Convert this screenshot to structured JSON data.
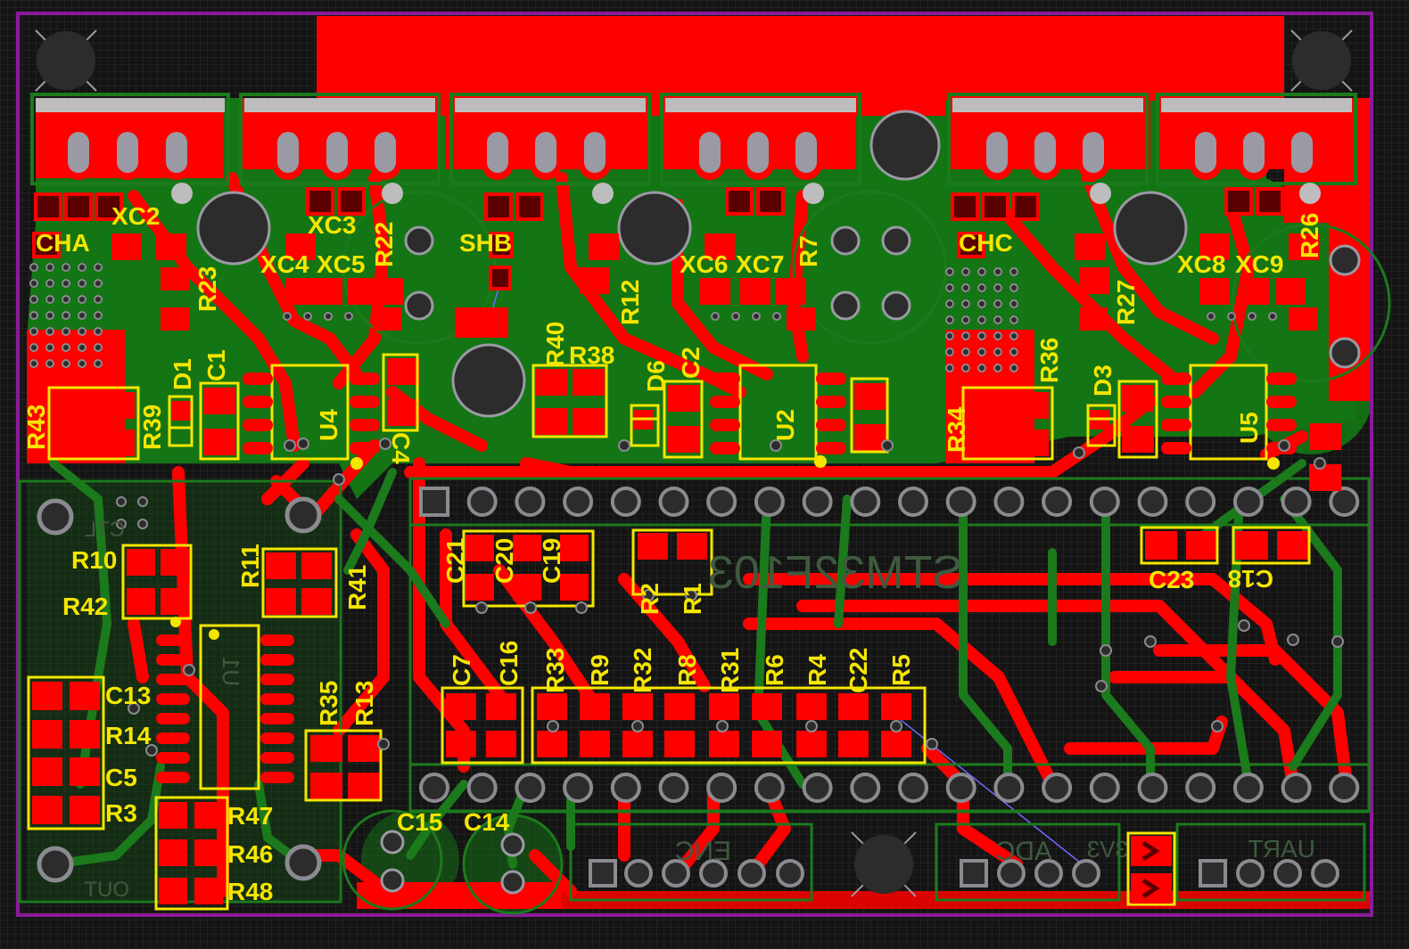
{
  "colors": {
    "background": "#141414",
    "grid": "#2b2b2b",
    "top_copper": "#ff0000",
    "bottom_copper": "#1b7a1b",
    "bottom_pour": "#147514",
    "silkscreen_top": "#f5e600",
    "silkscreen_bottom": "#3f5a3f",
    "pad": "#ff0000",
    "drill": "#9a9aa4",
    "via": "#8a8a90",
    "hole": "#2c2c2c",
    "board_outline": "#8a1a9a",
    "keepout": "#bdbdbd"
  },
  "labels": {
    "top": [
      {
        "id": "xc2",
        "text": "XC2"
      },
      {
        "id": "xc3",
        "text": "XC3"
      },
      {
        "id": "xc4",
        "text": "XC4"
      },
      {
        "id": "xc5",
        "text": "XC5"
      },
      {
        "id": "xc6",
        "text": "XC6"
      },
      {
        "id": "xc7",
        "text": "XC7"
      },
      {
        "id": "xc8",
        "text": "XC8"
      },
      {
        "id": "xc9",
        "text": "XC9"
      },
      {
        "id": "cha",
        "text": "CHA"
      },
      {
        "id": "shb",
        "text": "SHB"
      },
      {
        "id": "chc",
        "text": "CHC"
      },
      {
        "id": "r22",
        "text": "R22"
      },
      {
        "id": "r23",
        "text": "R23"
      },
      {
        "id": "r12",
        "text": "R12"
      },
      {
        "id": "r7",
        "text": "R7"
      },
      {
        "id": "r27",
        "text": "R27"
      },
      {
        "id": "r26",
        "text": "R26"
      },
      {
        "id": "d1",
        "text": "D1"
      },
      {
        "id": "c1",
        "text": "C1"
      },
      {
        "id": "r43",
        "text": "R43"
      },
      {
        "id": "r39",
        "text": "R39"
      },
      {
        "id": "u4",
        "text": "U4"
      },
      {
        "id": "c4",
        "text": "C4"
      },
      {
        "id": "r40",
        "text": "R40"
      },
      {
        "id": "r38",
        "text": "R38"
      },
      {
        "id": "d6",
        "text": "D6"
      },
      {
        "id": "c2",
        "text": "C2"
      },
      {
        "id": "u2",
        "text": "U2"
      },
      {
        "id": "r34",
        "text": "R34"
      },
      {
        "id": "r36",
        "text": "R36"
      },
      {
        "id": "d3",
        "text": "D3"
      },
      {
        "id": "u5",
        "text": "U5"
      },
      {
        "id": "r10",
        "text": "R10"
      },
      {
        "id": "r42",
        "text": "R42"
      },
      {
        "id": "r11",
        "text": "R11"
      },
      {
        "id": "r41",
        "text": "R41"
      },
      {
        "id": "c13",
        "text": "C13"
      },
      {
        "id": "r14",
        "text": "R14"
      },
      {
        "id": "c5",
        "text": "C5"
      },
      {
        "id": "r3",
        "text": "R3"
      },
      {
        "id": "r35",
        "text": "R35"
      },
      {
        "id": "r13",
        "text": "R13"
      },
      {
        "id": "r47",
        "text": "R47"
      },
      {
        "id": "r46",
        "text": "R46"
      },
      {
        "id": "r48",
        "text": "R48"
      },
      {
        "id": "c21",
        "text": "C21"
      },
      {
        "id": "c20",
        "text": "C20"
      },
      {
        "id": "c19",
        "text": "C19"
      },
      {
        "id": "r2",
        "text": "R2"
      },
      {
        "id": "r1",
        "text": "R1"
      },
      {
        "id": "c23",
        "text": "C23"
      },
      {
        "id": "c18",
        "text": "C18"
      },
      {
        "id": "c7",
        "text": "C7"
      },
      {
        "id": "c16",
        "text": "C16"
      },
      {
        "id": "r33",
        "text": "R33"
      },
      {
        "id": "r9",
        "text": "R9"
      },
      {
        "id": "r32",
        "text": "R32"
      },
      {
        "id": "r8",
        "text": "R8"
      },
      {
        "id": "r31",
        "text": "R31"
      },
      {
        "id": "r6",
        "text": "R6"
      },
      {
        "id": "r4",
        "text": "R4"
      },
      {
        "id": "c22",
        "text": "C22"
      },
      {
        "id": "r5",
        "text": "R5"
      },
      {
        "id": "c15",
        "text": "C15"
      },
      {
        "id": "c14",
        "text": "C14"
      }
    ],
    "bottom": [
      {
        "id": "stm",
        "text": "STM32F103"
      },
      {
        "id": "u1",
        "text": "U1"
      },
      {
        "id": "enc",
        "text": "ENC"
      },
      {
        "id": "adc",
        "text": "ADC"
      },
      {
        "id": "uart",
        "text": "UART"
      },
      {
        "id": "v33",
        "text": "3V3"
      },
      {
        "id": "out",
        "text": "OUT"
      },
      {
        "id": "ctl",
        "text": "CTL"
      }
    ]
  }
}
